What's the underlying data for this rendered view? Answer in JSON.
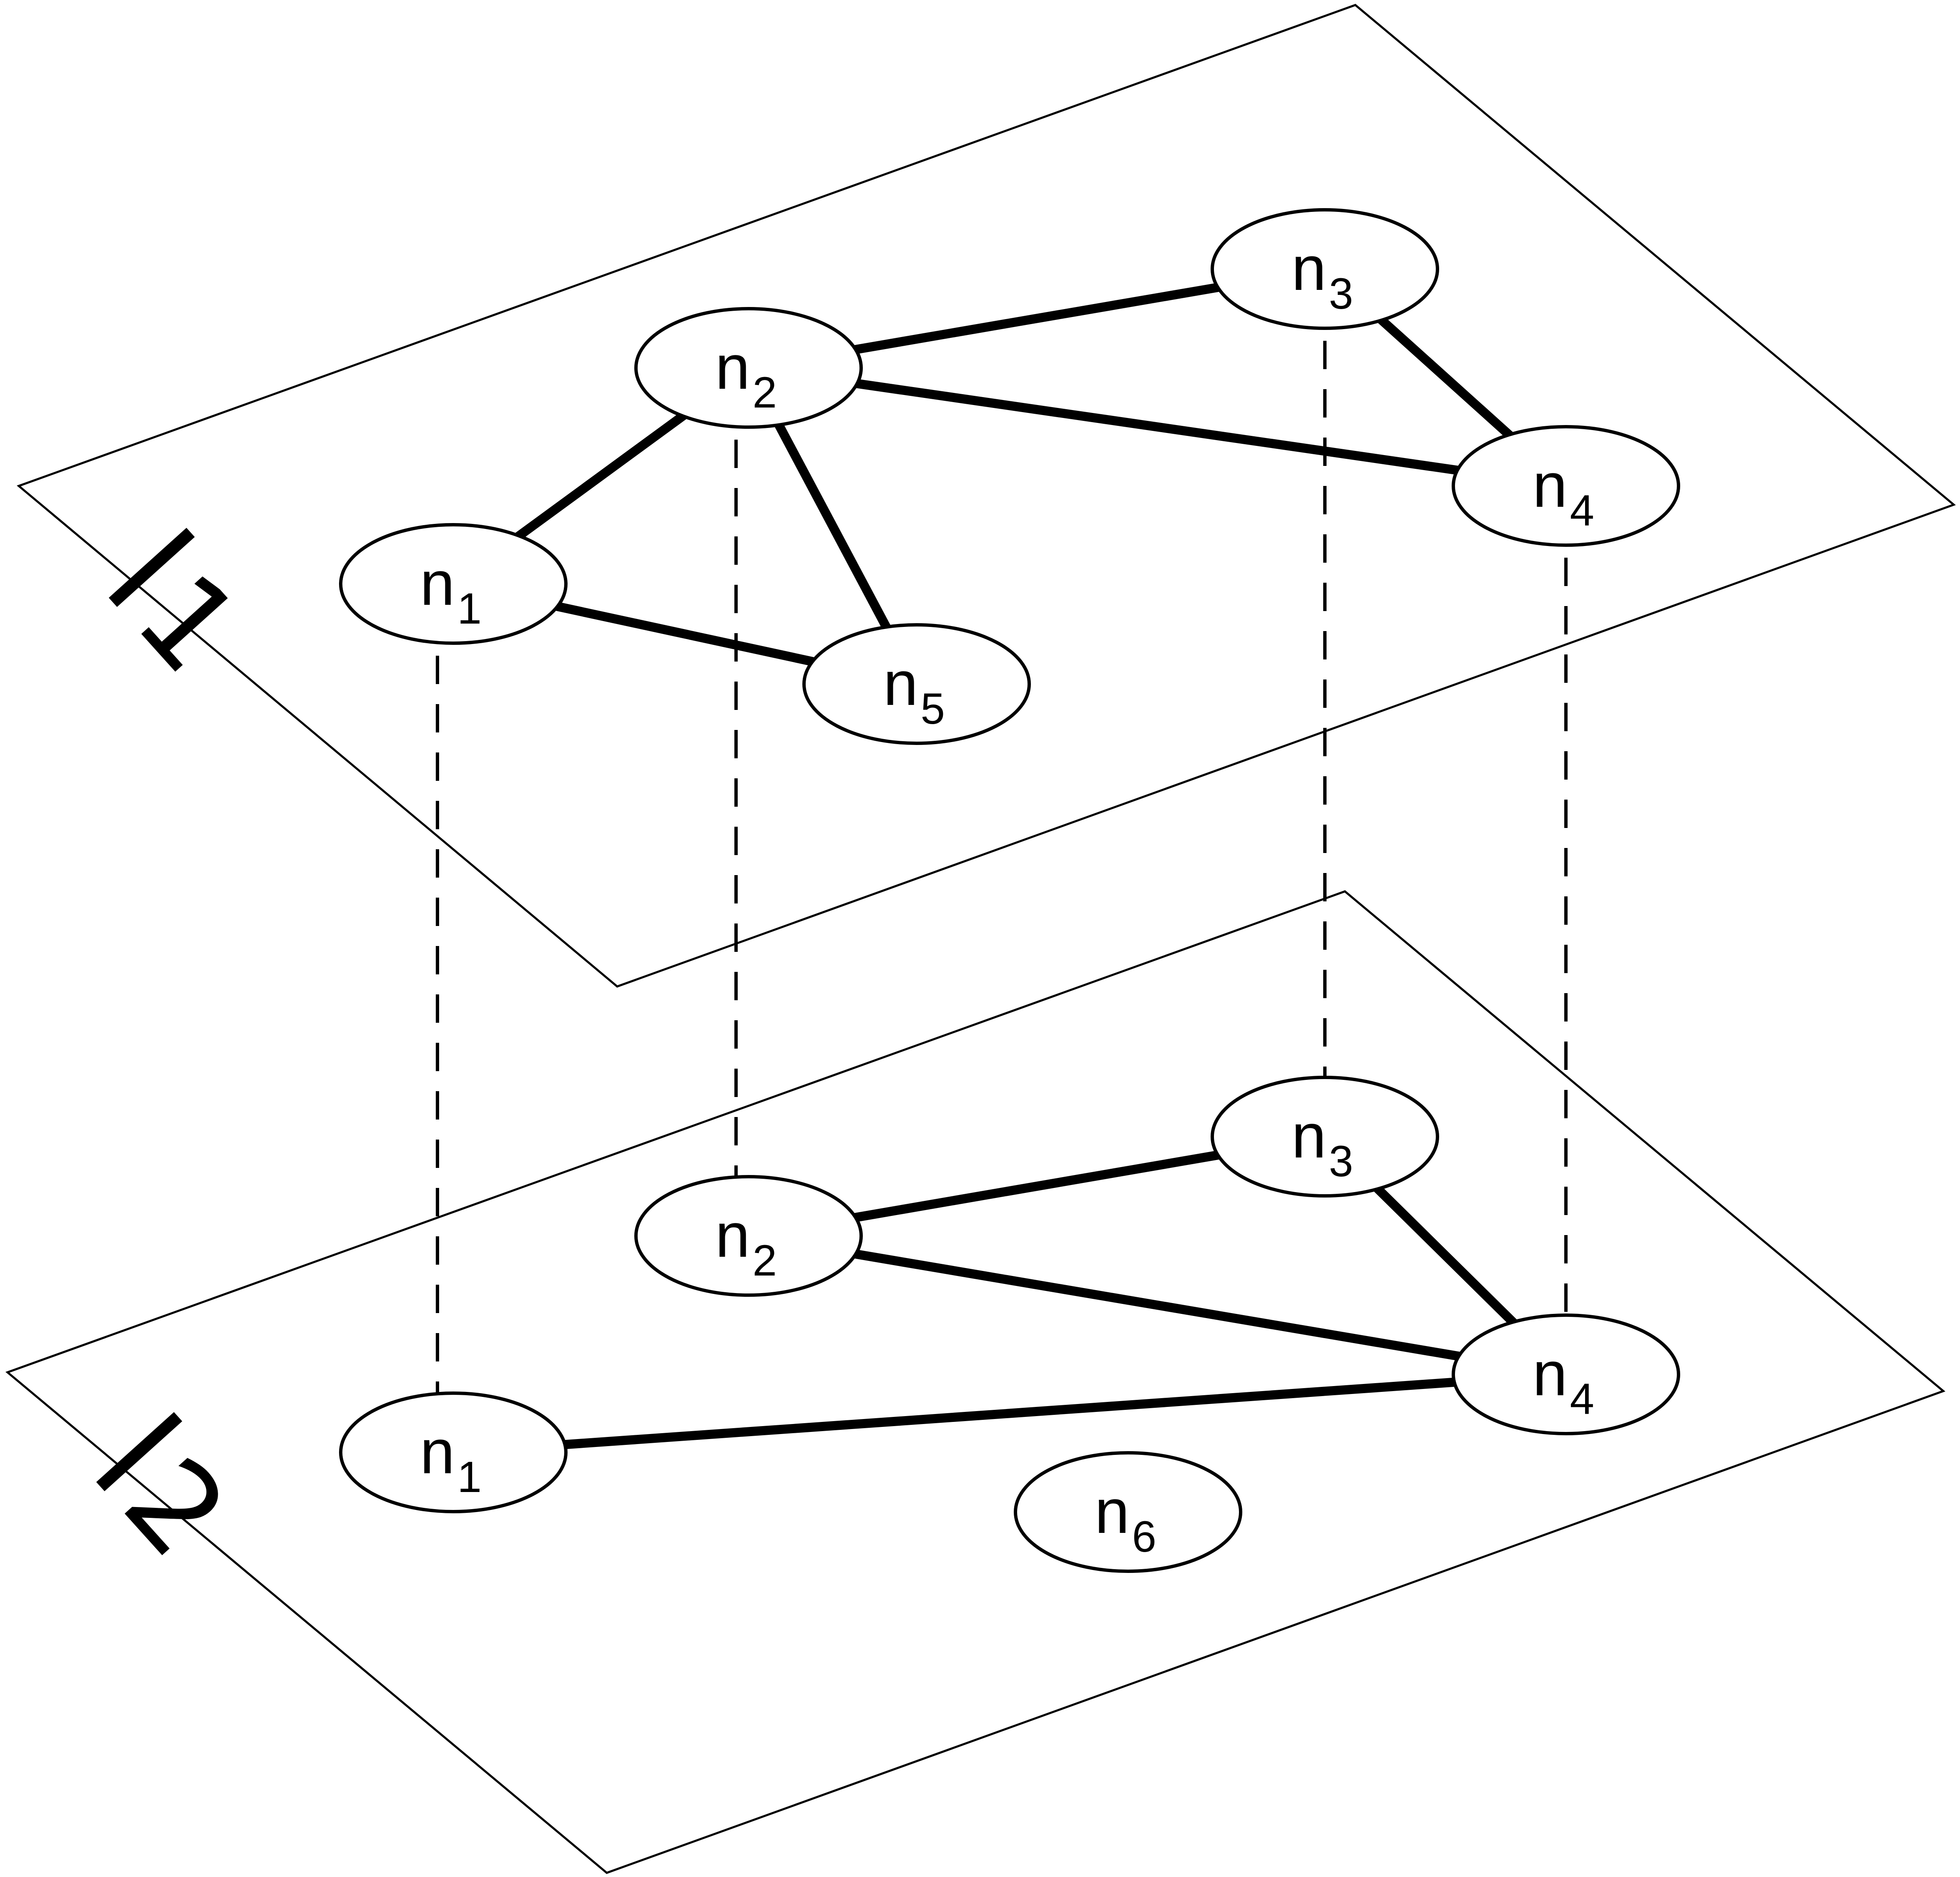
{
  "colors": {
    "stroke": "#000000",
    "background": "#ffffff"
  },
  "layers": [
    {
      "id": "l1",
      "label": "l",
      "label_sub": "1",
      "nodes": [
        {
          "id": "n1",
          "label": "n",
          "sub": "1"
        },
        {
          "id": "n2",
          "label": "n",
          "sub": "2"
        },
        {
          "id": "n3",
          "label": "n",
          "sub": "3"
        },
        {
          "id": "n4",
          "label": "n",
          "sub": "4"
        },
        {
          "id": "n5",
          "label": "n",
          "sub": "5"
        }
      ],
      "edges": [
        [
          "n1",
          "n2"
        ],
        [
          "n1",
          "n5"
        ],
        [
          "n2",
          "n5"
        ],
        [
          "n2",
          "n3"
        ],
        [
          "n2",
          "n4"
        ],
        [
          "n3",
          "n4"
        ]
      ]
    },
    {
      "id": "l2",
      "label": "l",
      "label_sub": "2",
      "nodes": [
        {
          "id": "n1",
          "label": "n",
          "sub": "1"
        },
        {
          "id": "n2",
          "label": "n",
          "sub": "2"
        },
        {
          "id": "n3",
          "label": "n",
          "sub": "3"
        },
        {
          "id": "n4",
          "label": "n",
          "sub": "4"
        },
        {
          "id": "n6",
          "label": "n",
          "sub": "6"
        }
      ],
      "edges": [
        [
          "n2",
          "n3"
        ],
        [
          "n2",
          "n4"
        ],
        [
          "n3",
          "n4"
        ],
        [
          "n1",
          "n4"
        ]
      ]
    }
  ],
  "interlayer_links": [
    [
      "n1",
      "n1"
    ],
    [
      "n2",
      "n2"
    ],
    [
      "n3",
      "n3"
    ],
    [
      "n4",
      "n4"
    ]
  ]
}
